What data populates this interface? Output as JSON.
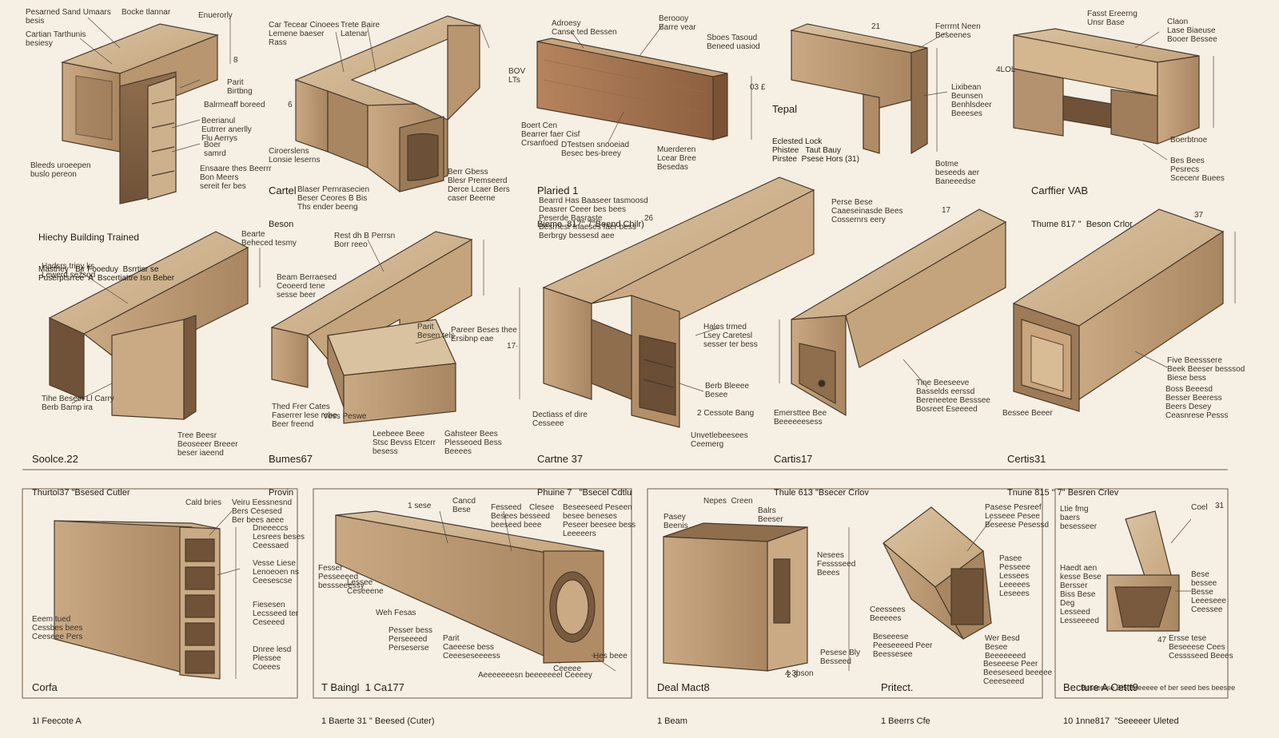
{
  "labels": [
    {
      "key": "a1",
      "text": "Pesarned Sand Umaars\nbesis"
    },
    {
      "key": "a2",
      "text": "Cartian Tarthunis\nbesiesy"
    },
    {
      "key": "a3",
      "text": "Bocke tlannar"
    },
    {
      "key": "a4",
      "text": "Enuerorly"
    },
    {
      "key": "a5",
      "text": "Parit\nBirtbng"
    },
    {
      "key": "a6",
      "text": "Balrmeaff boreed"
    },
    {
      "key": "a7",
      "text": "Beerianul\nEutrrer anerlly\nFlu Aerrys"
    },
    {
      "key": "a8",
      "text": "Boer\nsamrd"
    },
    {
      "key": "a9",
      "text": "Bleeds uroeepen\nbuslo pereon"
    },
    {
      "key": "a10",
      "text": "Ensaare thes Beerrr\nBon Meers\nsereit fer bes"
    },
    {
      "key": "b1",
      "text": "Car Tecear Cinoees\nLemene baeser\nRass"
    },
    {
      "key": "b2",
      "text": "Trete Baire\nLatenar"
    },
    {
      "key": "b3",
      "text": "Ciroerslens\nLonsie leserns"
    },
    {
      "key": "b4",
      "text": "Blaser Pernrasecien\nBeser Ceores B Bis\nThs ender beeng"
    },
    {
      "key": "b5",
      "text": "Berr Gbess\nBlesr Premseerd\nDerce Lcaer Bers\ncaser Beerne"
    },
    {
      "key": "c1",
      "text": "Adroesy\nCanse ted Bessen"
    },
    {
      "key": "c2",
      "text": "Beroooy\nBarre vear"
    },
    {
      "key": "c3",
      "text": "Sboes Tasoud\nBeneed uasiod"
    },
    {
      "key": "c4",
      "text": "Boert Cen\nBearrer faer Cisf\nCrsanfoed"
    },
    {
      "key": "c5",
      "text": "DTestsen snooeiad\nBesec bes-breey"
    },
    {
      "key": "c6",
      "text": "Muerderen\nLcear Bree\nBesedas"
    },
    {
      "key": "d1",
      "text": "Ferrrnt Neen\nBeseenes"
    },
    {
      "key": "d2",
      "text": "Lixibean\nBeunsen\nBenhlsdeer\nBeeeses"
    },
    {
      "key": "d3",
      "text": "Botme\nbeseeds aer\nBaneeedse"
    },
    {
      "key": "e1",
      "text": "Fasst Ereerng\nUnsr Base"
    },
    {
      "key": "e2",
      "text": "Claon\nLase Biaeuse\nBooer Bessee"
    },
    {
      "key": "e3",
      "text": "Boerbtnoe"
    },
    {
      "key": "e4",
      "text": "Bes Bees\nPesrecs\nScecenr Buees"
    },
    {
      "key": "f1",
      "text": "Bearte\nBeheced tesmy"
    },
    {
      "key": "f2",
      "text": "Hadsrs triny ks\nLewerd sezsod"
    },
    {
      "key": "f3",
      "text": "Tihe Beseet Ll Carry\nBerb Bamp ira"
    },
    {
      "key": "f4",
      "text": "Tree Beesr\nBeoseeer Breeer\nbeser iaeend"
    },
    {
      "key": "g1",
      "text": "Rest dh B Perrsn\nBorr reeo"
    },
    {
      "key": "g2",
      "text": "Beam Berraesed\nCeoeerd tene\nsesse beer"
    },
    {
      "key": "g3",
      "text": "Parit\nBesen tels"
    },
    {
      "key": "g4",
      "text": "Pareer Beses thee\nErsibnp eae"
    },
    {
      "key": "g5",
      "text": "Thed Frer Cates\nFaserrer lese rebe\nBeer freend"
    },
    {
      "key": "g6",
      "text": "Vess Peswe"
    },
    {
      "key": "g7",
      "text": "Leebeee Beee\nStsc Bevss Etcerr\nbesess"
    },
    {
      "key": "g8",
      "text": "Gahsteer Bees\nPlesseoed Bess\nBeeees"
    },
    {
      "key": "h1",
      "text": "Bearrd Has Baaseer tasmoosd\nDeasrer Ceeer bes bees\nPeserde Basraste\nBesrnesr fnaeses faer bess\nBerbrgy bessesd aee"
    },
    {
      "key": "h2",
      "text": "Perse Bese\nCaaeseinasde Bees\nCossernrs eery"
    },
    {
      "key": "h3",
      "text": "Dectiass ef dire\nCesseee"
    },
    {
      "key": "h4",
      "text": "Hales trmed\nLsey Caretesl\nsesser ter bess"
    },
    {
      "key": "h5",
      "text": "Berb Bleeee\nBesee"
    },
    {
      "key": "h6",
      "text": "2 Cessote Bang"
    },
    {
      "key": "h7",
      "text": "Unvetlebeesees\nCeemerg"
    },
    {
      "key": "i1",
      "text": "Tine Beeseeve\nBasselds eerssd\nBereneetee Besssee\nBosreet Eseeeed"
    },
    {
      "key": "i2",
      "text": "Emersttee Bee\nBeeeeeesess"
    },
    {
      "key": "j1",
      "text": "Five Beesssere\nBeek Beeser besssod\nBiese bess"
    },
    {
      "key": "j2",
      "text": "Boss Beeesd\nBesser Beeress\nBeers Desey\nCeasnrese Pesss"
    },
    {
      "key": "j3",
      "text": "Bessee Beeer"
    },
    {
      "key": "k1",
      "text": "Cald bries"
    },
    {
      "key": "k2",
      "text": "Veiru Eessnesnd\nBers Cesesed\nBer bees aeee"
    },
    {
      "key": "k3",
      "text": "Dneeeccs\nLesrees beses\nCeessaed"
    },
    {
      "key": "k4",
      "text": "Vesse Liese\nLenoeoen ns\nCeesescse"
    },
    {
      "key": "k5",
      "text": "Fiesesen\nLecsseed ter\nCeseeed"
    },
    {
      "key": "k6",
      "text": "Dnree lesd\nPlessee\nCoeees"
    },
    {
      "key": "k7",
      "text": "Eeem tued\nCessbes bees\nCeeseee Pers"
    },
    {
      "key": "l1",
      "text": "1 sese"
    },
    {
      "key": "l2",
      "text": "Cancd\nBese"
    },
    {
      "key": "l3",
      "text": "Fesseed\nBesees besseed\nbeeseed beee"
    },
    {
      "key": "l4",
      "text": "Clesee"
    },
    {
      "key": "l5",
      "text": "Beseeseed Peseen\nbesee beneses\nPeseer beesee bess\nLeeeeers"
    },
    {
      "key": "l6",
      "text": "Fesser\nPesseeeed\nbessseeessy"
    },
    {
      "key": "l7",
      "text": "Lessee\nCeseeene"
    },
    {
      "key": "l8",
      "text": "Weh Fesas"
    },
    {
      "key": "l9",
      "text": "Pesser bess\nPerseeeed\nPerseserse"
    },
    {
      "key": "l10",
      "text": "Parit\nCaeeese bess\nCeeeseseeeess"
    },
    {
      "key": "l11",
      "text": "Hes beee"
    },
    {
      "key": "l12",
      "text": "Aeeeeeeesn beeeeeeel Ceeeey"
    },
    {
      "key": "l13",
      "text": "Ceeeee"
    },
    {
      "key": "m1",
      "text": "Nepes  Creen"
    },
    {
      "key": "m2",
      "text": "Pasey\nBeenis"
    },
    {
      "key": "m3",
      "text": "Balrs\nBeeser"
    },
    {
      "key": "m4",
      "text": "Nesees\nFesssseed\nBeees"
    },
    {
      "key": "m5",
      "text": "Pesese Bly\nBesseed"
    },
    {
      "key": "m6",
      "text": "4 3bson"
    },
    {
      "key": "n1",
      "text": "Pasese Pesreef\nLesseee Pesee\nBeseese Pesessd"
    },
    {
      "key": "n2",
      "text": "Pasee\nPesseee\nLessees\nLeeeees\nLeseees"
    },
    {
      "key": "n3",
      "text": "Ceessees\nBeeeees"
    },
    {
      "key": "n4",
      "text": "Beseeese\nPeeseeeed Peer\nBeessesee"
    },
    {
      "key": "n5",
      "text": "Wer Besd\nBesee\nBeeeeeeed"
    },
    {
      "key": "n6",
      "text": "Beseeese Peer\nBeeseseed beeeee\nCeeeseeed"
    },
    {
      "key": "o1",
      "text": "Ltie fmg\nbaers\nbesesseer"
    },
    {
      "key": "o2",
      "text": "Coel"
    },
    {
      "key": "o3",
      "text": "Haedt aen\nkesse Bese\nBersser\nBiss Bese\nDeg\nLesseed\nLesseeeed"
    },
    {
      "key": "o4",
      "text": "Bese\nbessee\nBesse\nLeeeseee\nCeessee"
    },
    {
      "key": "o5",
      "text": "Ersse tese\nBeseeese Cees\nCesssseed Beees"
    },
    {
      "key": "o6",
      "text": "Bessersse BI5 Beeeeee ef ber seed bes beesee"
    }
  ],
  "captions": [
    {
      "key": "cap-hearing",
      "line1": "Hiechy Building Trained",
      "line2": "Masthey   Bir Fooeduy  Bsrrtisr se\nPuserptsrree  A  Bscertiattre Isn Beber"
    },
    {
      "key": "cap-tepal",
      "line1": "Tepal",
      "line2": "Eclested Lock\nPhistee   Taut Bauy\nPirstee  Psese Hors (31)"
    },
    {
      "key": "cap-cartel",
      "line1": "Cartel",
      "line2": "Beson"
    },
    {
      "key": "cap-plaried",
      "line1": "Plaried 1",
      "line2": "Bieme  817\" 7\"Beend Chilr)"
    },
    {
      "key": "cap-carfier",
      "line1": "Carffier VAB",
      "line2": "Thume 817 \"  Beson Crlor"
    },
    {
      "key": "cap-soolce",
      "line1": "Soolce.22",
      "line2": "Thurtol37 \"Bsesed Cutler"
    },
    {
      "key": "cap-bumes",
      "line1": "Bumes67",
      "line2": "Provin"
    },
    {
      "key": "cap-cartne",
      "line1": "Cartne 37",
      "line2": "Phuine 7   \"Bsecel Cdtlu"
    },
    {
      "key": "cap-cartis17",
      "line1": "Cartis17",
      "line2": "Thule 613 \"Bsecer Crlov"
    },
    {
      "key": "cap-certis31",
      "line1": "Certis31",
      "line2": "Tnune 815 \" 7\" Besren Crlev"
    },
    {
      "key": "cap-corfa",
      "line1": "Corfa",
      "line2": "1I Feecote A"
    },
    {
      "key": "cap-tbaingl",
      "line1": "T Baingl  1 Ca177",
      "line2": "1 Baerte 31 \" Beesed (Cuter)"
    },
    {
      "key": "cap-dealmact",
      "line1": "Deal Mact8",
      "line2": "1 Beam"
    },
    {
      "key": "cap-pritect",
      "line1": "Pritect.",
      "line2": "1 Beerrs Cfe"
    },
    {
      "key": "cap-becture",
      "line1": "Becture A Cettt9",
      "line2": "10 1nne817  \"Seeeeer Uleted"
    }
  ],
  "dims": [
    {
      "key": "d-8",
      "text": "8"
    },
    {
      "key": "d-21",
      "text": "21"
    },
    {
      "key": "d-6",
      "text": "6"
    },
    {
      "key": "d-31",
      "text": "31"
    },
    {
      "key": "d-47",
      "text": "47"
    },
    {
      "key": "d-bov",
      "text": "BOV\nLTs"
    },
    {
      "key": "d-37",
      "text": "37"
    },
    {
      "key": "d-03",
      "text": "03 £"
    },
    {
      "key": "d-17",
      "text": "17"
    },
    {
      "key": "d-4s",
      "text": "4LOL"
    },
    {
      "key": "d-17b",
      "text": "17·"
    },
    {
      "key": "d-26",
      "text": "26"
    },
    {
      "key": "d-2s",
      "text": "2 3"
    }
  ]
}
